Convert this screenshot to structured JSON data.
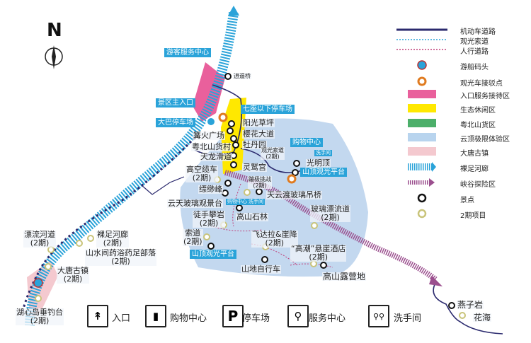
{
  "compass": {
    "north": "N"
  },
  "places": {
    "visitor_center": "游客服务中心",
    "bridge": "逍遥桥",
    "main_entrance": "景区主入口",
    "small_parking": "七座以下停车场",
    "bus_parking": "大巴停车场",
    "sunny_lawn": "阳光草坪",
    "bonfire": "篝火广场",
    "sakura": "樱花大道",
    "village": "粤北山货村",
    "peony": "牡丹园",
    "slide": "天龙滑道",
    "ropeway": "观光索道",
    "ropeway_phase": "(2期)",
    "shop": "购物中心",
    "wc": "洗手间",
    "guangming": "光明顶",
    "lingjiu": "灵鹫宫",
    "summit_platform": "山顶观光平台",
    "cable_car": "高空缆车",
    "cable_car_phase": "(2期)",
    "piaomiao": "缥缈峰",
    "bungee": "蹦极挑战",
    "bungee_phase": "(2期)",
    "glass_bridge": "天云渡玻璃吊桥",
    "glass_view": "云天玻璃观景台",
    "shop2": "购物中心",
    "wc2": "洗手间",
    "stone_forest": "高山石林",
    "glass_rafting": "玻璃漂流道",
    "glass_rafting_phase": "(2期)",
    "climbing": "徒手攀岩",
    "climbing_phase": "(2期)",
    "suodao": "索道",
    "suodao_phase": "(2期)",
    "zipline": "飞达拉&崖降",
    "zipline_phase": "(2期)",
    "hotel": "“高潮”悬崖酒店",
    "hotel_phase": "(2期)",
    "summit_platform2": "山顶观光平台",
    "mtb": "山地自行车",
    "camp": "高山露营地",
    "rafting": "漂流河道",
    "rafting_phase": "(2期)",
    "barefoot": "裸足河廊",
    "barefoot_phase": "(2期)",
    "spa": "山水间药浴药足部落",
    "spa_phase": "(2期)",
    "tang": "大唐古镇",
    "tang_phase": "(2期)",
    "fishing": "湖心岛垂钓台",
    "fishing_phase": "(2期)",
    "yanzi": "燕子岩",
    "flowers": "花海"
  },
  "legend": [
    "机动车道路",
    "观光索道",
    "人行道路",
    "游船码头",
    "观光车接驳点",
    "入口服务接待区",
    "生态休闲区",
    "粤北山货区",
    "云顶极限体验区",
    "大唐古镇",
    "裸足河廊",
    "峡谷探险区",
    "景点",
    "2期项目"
  ],
  "legend_colors": {
    "road": "#2b2a6e",
    "entrance": "#e9609c",
    "eco": "#ffe800",
    "goods": "#4caf6a",
    "extreme": "#b8d4ee",
    "tang": "#f4c9cf",
    "river": "#2aa3d9",
    "canyon": "#9b4f8e"
  },
  "bottom_legend": {
    "entrance": "入口",
    "entrance_icon": "↟",
    "shop": "购物中心",
    "shop_icon": "▮",
    "parking": "停车场",
    "parking_icon": "P",
    "service": "服务中心",
    "service_icon": "⚲",
    "wc": "洗手间",
    "wc_icon": "⚲⚲"
  }
}
